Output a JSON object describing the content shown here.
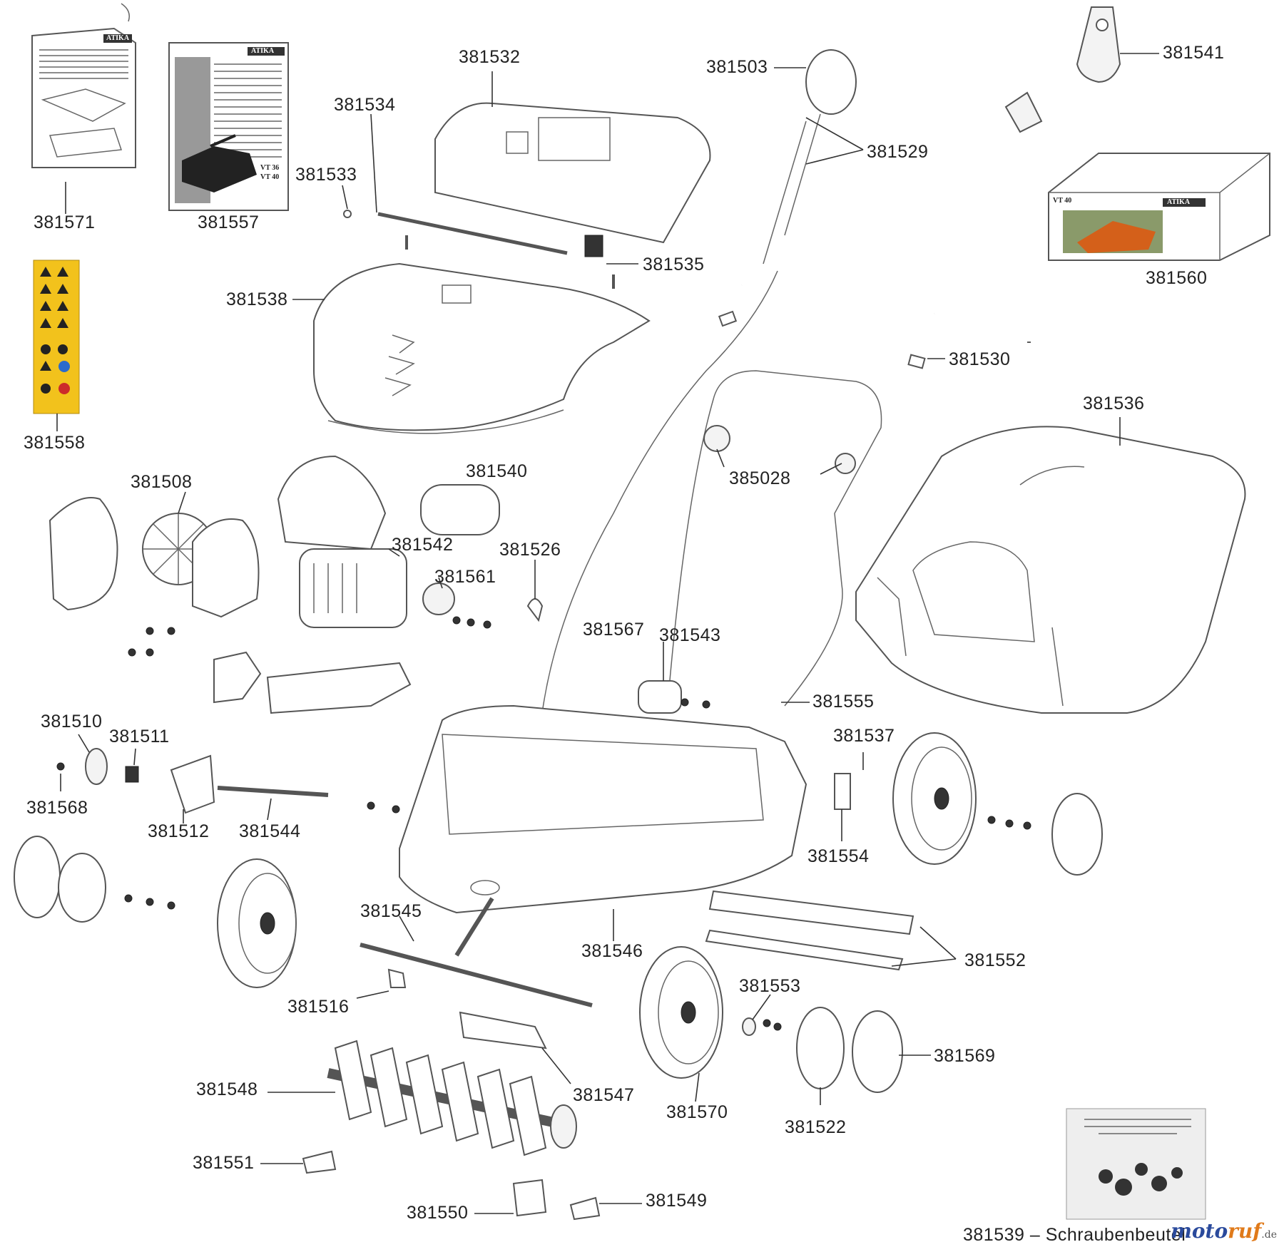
{
  "diagram": {
    "part_labels": [
      {
        "id": "381571",
        "text": "381571"
      },
      {
        "id": "381557",
        "text": "381557"
      },
      {
        "id": "381532",
        "text": "381532"
      },
      {
        "id": "381534",
        "text": "381534"
      },
      {
        "id": "381533",
        "text": "381533"
      },
      {
        "id": "381503",
        "text": "381503"
      },
      {
        "id": "381529",
        "text": "381529"
      },
      {
        "id": "381541",
        "text": "381541"
      },
      {
        "id": "381560",
        "text": "381560"
      },
      {
        "id": "381535",
        "text": "381535"
      },
      {
        "id": "381538",
        "text": "381538"
      },
      {
        "id": "381530",
        "text": "381530"
      },
      {
        "id": "381558",
        "text": "381558"
      },
      {
        "id": "381536",
        "text": "381536"
      },
      {
        "id": "385028",
        "text": "385028"
      },
      {
        "id": "381508",
        "text": "381508"
      },
      {
        "id": "381540",
        "text": "381540"
      },
      {
        "id": "381542",
        "text": "381542"
      },
      {
        "id": "381526",
        "text": "381526"
      },
      {
        "id": "381561",
        "text": "381561"
      },
      {
        "id": "381567",
        "text": "381567"
      },
      {
        "id": "381543",
        "text": "381543"
      },
      {
        "id": "381555",
        "text": "381555"
      },
      {
        "id": "381510",
        "text": "381510"
      },
      {
        "id": "381511",
        "text": "381511"
      },
      {
        "id": "381537",
        "text": "381537"
      },
      {
        "id": "381568",
        "text": "381568"
      },
      {
        "id": "381512",
        "text": "381512"
      },
      {
        "id": "381544",
        "text": "381544"
      },
      {
        "id": "381554",
        "text": "381554"
      },
      {
        "id": "381545",
        "text": "381545"
      },
      {
        "id": "381546",
        "text": "381546"
      },
      {
        "id": "381552",
        "text": "381552"
      },
      {
        "id": "381553",
        "text": "381553"
      },
      {
        "id": "381516",
        "text": "381516"
      },
      {
        "id": "381569",
        "text": "381569"
      },
      {
        "id": "381548",
        "text": "381548"
      },
      {
        "id": "381547",
        "text": "381547"
      },
      {
        "id": "381570",
        "text": "381570"
      },
      {
        "id": "381522",
        "text": "381522"
      },
      {
        "id": "381551",
        "text": "381551"
      },
      {
        "id": "381549",
        "text": "381549"
      },
      {
        "id": "381550",
        "text": "381550"
      }
    ],
    "footer_label": "381539 – Schraubenbeutel",
    "watermark": {
      "part1": "moto",
      "part2": "ruf",
      "suffix": ".de"
    },
    "manual_brand": "ATIKA",
    "manual_models": [
      "VT 36",
      "VT 40"
    ],
    "box_model": "VT 40",
    "colors": {
      "warning_label": "#f2c21c",
      "watermark_blue": "#2a4a9c",
      "watermark_orange": "#e07a1a",
      "mower_orange": "#d4601a"
    }
  }
}
